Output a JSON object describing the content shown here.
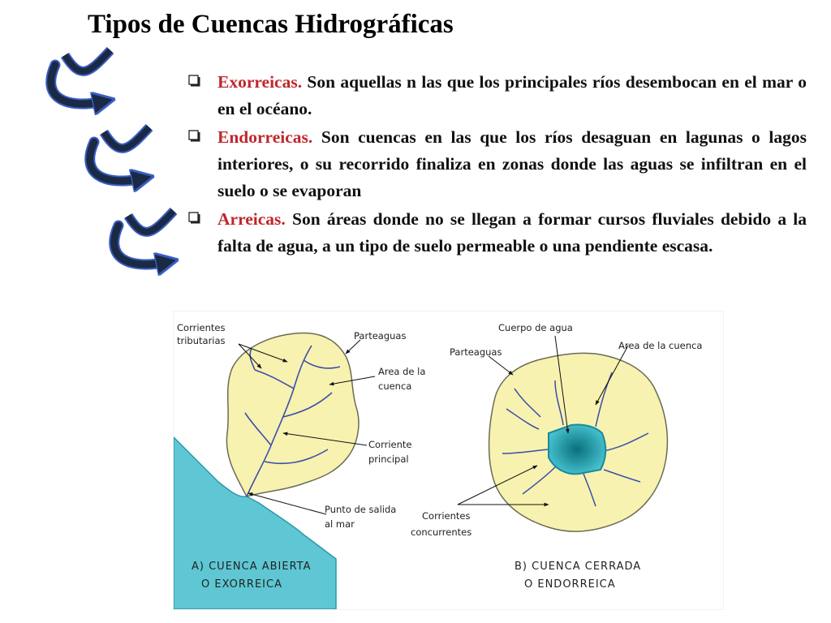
{
  "title": "Tipos de Cuencas Hidrográficas",
  "bullets": [
    {
      "term": "Exorreicas.",
      "text": " Son aquellas n las que los principales ríos desembocan en el mar o en el océano."
    },
    {
      "term": "Endorreicas.",
      "text": " Son cuencas en las que los ríos desaguan en lagunas o lagos interiores, o su recorrido finaliza en zonas donde las aguas se infiltran en el suelo o se evaporan"
    },
    {
      "term": "Arreicas.",
      "text": " Son áreas donde no se llegan a formar cursos fluviales debido a la falta de agua, a un tipo de suelo permeable o una pendiente escasa."
    }
  ],
  "diagram": {
    "open_basin": {
      "tributaries": [
        "Corrientes",
        "tributarias"
      ],
      "divide": "Parteaguas",
      "area": [
        "Area de la",
        "cuenca"
      ],
      "main_stream": [
        "Corriente",
        "principal"
      ],
      "outlet": [
        "Punto de salida",
        "al mar"
      ],
      "caption": [
        "A) CUENCA ABIERTA",
        "O EXORREICA"
      ]
    },
    "closed_basin": {
      "water_body": "Cuerpo de agua",
      "divide": "Parteaguas",
      "area": "Area de la cuenca",
      "streams": [
        "Corrientes",
        "concurrentes"
      ],
      "caption": [
        "B) CUENCA CERRADA",
        "O ENDORREICA"
      ]
    }
  },
  "colors": {
    "term": "#c0272d",
    "basin_fill": "#f7f2b0",
    "sea": "#5fc7d4",
    "lake": "#2fb6c7",
    "arrow": "#1b2a44",
    "river": "#3b4ea8"
  }
}
